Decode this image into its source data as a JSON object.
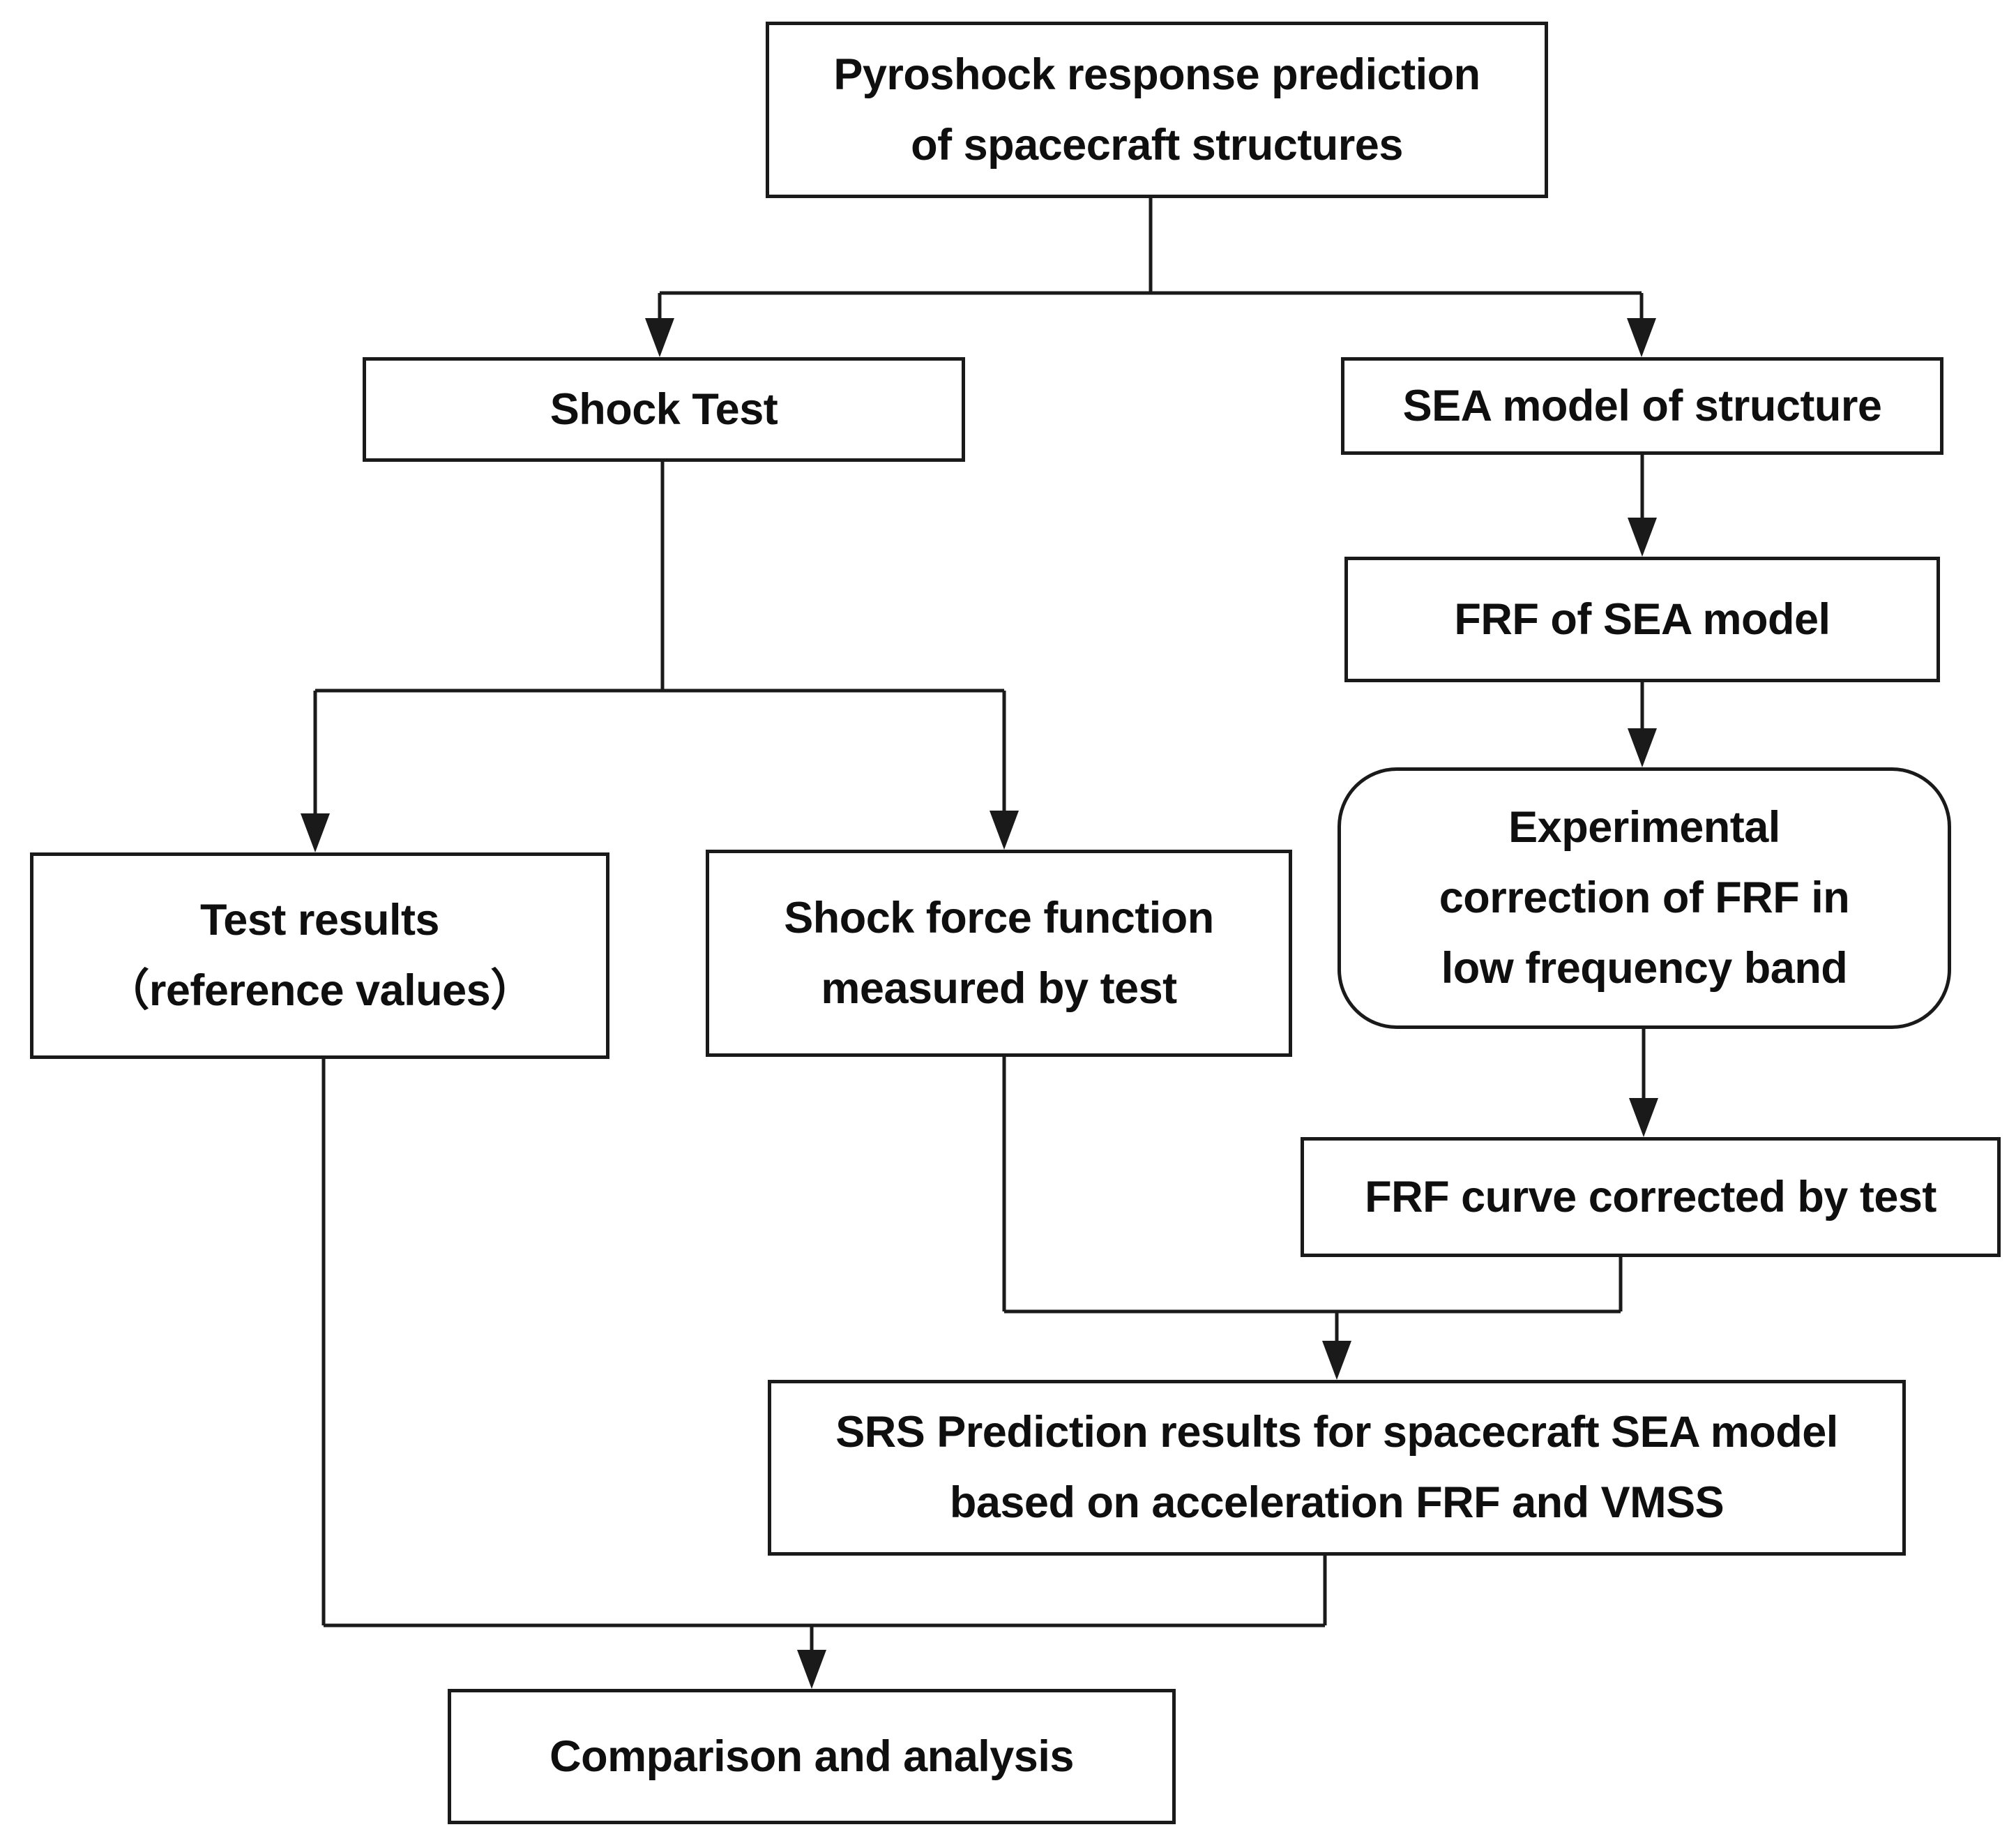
{
  "diagram": {
    "type": "flowchart",
    "background_color": "#ffffff",
    "line_color": "#1a1a1a",
    "box_border_color": "#1a1a1a",
    "text_color": "#0f0f0f"
  },
  "nodes": {
    "pyroshock": {
      "label": "Pyroshock response prediction\nof spacecraft structures",
      "shape": "rect"
    },
    "shock_test": {
      "label": "Shock Test",
      "shape": "rect"
    },
    "sea_model": {
      "label": "SEA model of structure",
      "shape": "rect"
    },
    "frf_sea": {
      "label": "FRF of SEA model",
      "shape": "rect"
    },
    "exp_correction": {
      "label": "Experimental\ncorrection of FRF in\nlow frequency band",
      "shape": "rounded"
    },
    "frf_curve": {
      "label": "FRF curve corrected by test",
      "shape": "rect"
    },
    "test_results": {
      "label": "Test results\n（reference values）",
      "shape": "rect"
    },
    "shock_force": {
      "label": "Shock force function\nmeasured by test",
      "shape": "rect"
    },
    "srs_prediction": {
      "label": "SRS Prediction results for spacecraft SEA model\nbased on acceleration FRF and VMSS",
      "shape": "rect"
    },
    "comparison": {
      "label": "Comparison and analysis",
      "shape": "rect"
    }
  },
  "edges": [
    {
      "from": "pyroshock",
      "to": "shock_test",
      "type": "arrow"
    },
    {
      "from": "pyroshock",
      "to": "sea_model",
      "type": "arrow"
    },
    {
      "from": "shock_test",
      "to": "test_results",
      "type": "arrow"
    },
    {
      "from": "shock_test",
      "to": "shock_force",
      "type": "arrow"
    },
    {
      "from": "sea_model",
      "to": "frf_sea",
      "type": "arrow"
    },
    {
      "from": "frf_sea",
      "to": "exp_correction",
      "type": "arrow"
    },
    {
      "from": "exp_correction",
      "to": "frf_curve",
      "type": "arrow"
    },
    {
      "from": "shock_force",
      "to": "srs_prediction",
      "type": "arrow"
    },
    {
      "from": "frf_curve",
      "to": "srs_prediction",
      "type": "arrow"
    },
    {
      "from": "test_results",
      "to": "comparison",
      "type": "arrow"
    },
    {
      "from": "srs_prediction",
      "to": "comparison",
      "type": "arrow"
    }
  ]
}
